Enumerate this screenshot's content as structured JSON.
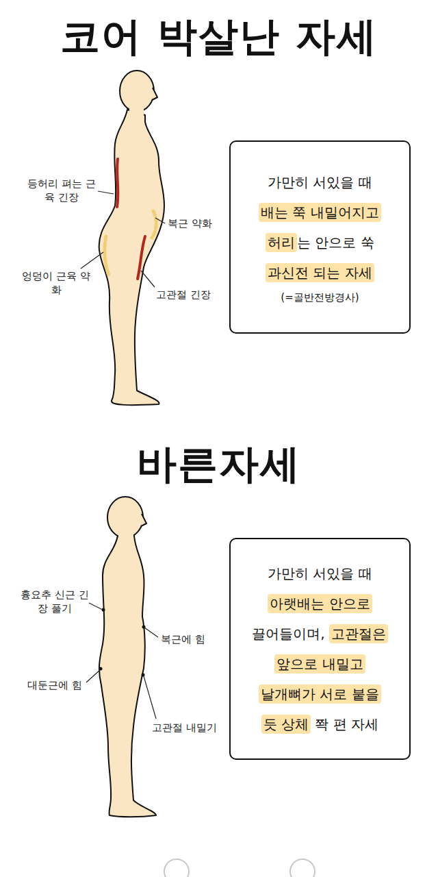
{
  "diagram": {
    "title": "코어 박살난 자세",
    "nodes": [
      {
        "text": [
          "가만히 서있을 때",
          "배는 쭉 내밀어지고",
          "허리",
          "는 안으로 쑥",
          "과신전 되는 자세",
          "(=골반전방경사)"
        ]
      },
      {
        "text": [
          "가만히 서있을 때",
          "아랫배는 안으로",
          "끌어들이며,",
          "고관절은",
          "앞으로 내밀고",
          "날개뼈가 서로 붙을",
          "듯 상체",
          "쫙 편 자세"
        ]
      }
    ],
    "labels": [
      "등허리 펴는 근육 긴장",
      "복근 약화",
      "엉덩이 근육 약화",
      "고관절 긴장",
      "바른자세",
      "흉요추 신근 긴장 풀기",
      "복근에 힘",
      "대둔근에 힘",
      "고관절 내밀기"
    ]
  }
}
